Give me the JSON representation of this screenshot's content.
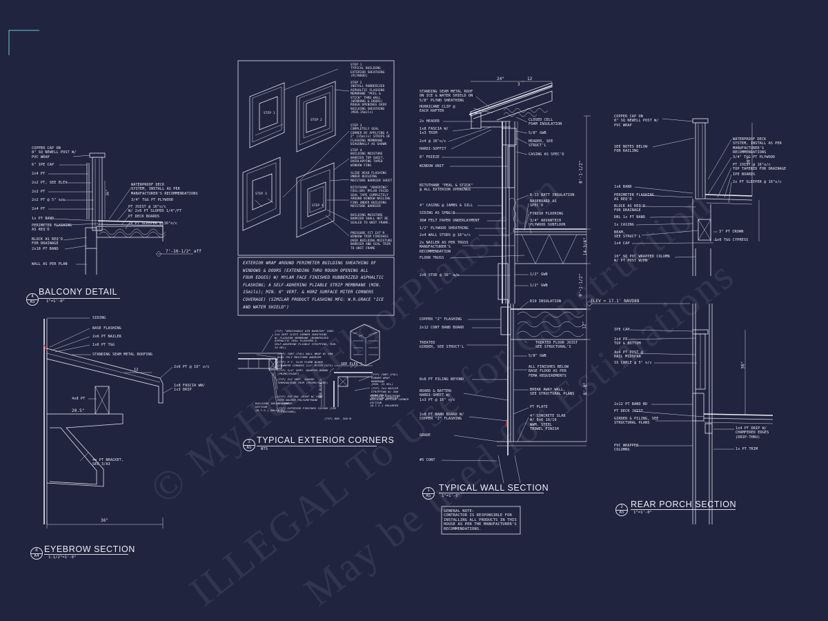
{
  "watermark": {
    "line1": "© MyHomeFloorPlans.com",
    "line2": "ILLEGAL To Use for Construction",
    "line3": "May be used for Estimations"
  },
  "balcony": {
    "number": "4",
    "sheet": "A5",
    "title": "BALCONY DETAIL",
    "scale": "1\"=1'-0\"",
    "notes": [
      "COPPER CAP ON\n8\" SQ NEWELL POST W/\nPVC WRAP",
      "6\" IPE CAP",
      "2x4 PT",
      "2x2 PT, SEE ELEV",
      "2x2 PT",
      "2x2 PT @ 5\" o/c",
      "2x4 PT",
      "1x PT BAND",
      "PERIMETER FLASHING\nAS REQ'D",
      "BLOCK AS REQ'D\nFOR DRAINAGE",
      "2x10 PT BAND",
      "WALL AS PER PLAN"
    ],
    "right_notes": [
      "WATERPROOF DECK\nSYSTEM, INSTALL AS PER\nMANUFACTURER'S RECOMMENDATIONS",
      "3/4\" T&G PT PLYWOOD",
      "PT JOIST @ 16\"o/c\nW/ 2x6 PT SLOPED 1/4\"/FT",
      "PT DECK BOARDS",
      "2x PT SLEEPER @ 16\"o/c"
    ],
    "dim": "36\"",
    "elev": "7'-10-1/2\" aff"
  },
  "eyebrow": {
    "number": "6",
    "sheet": "A4",
    "title": "EYEBROW SECTION",
    "scale": "1-1/2\"=1'-0\"",
    "notes": [
      "SIDING",
      "BASE FLASHING",
      "2x6 PT NAILER",
      "1x6 PT T&G",
      "STANDING SEAM METAL ROOFING"
    ],
    "right_notes": [
      "2x6 PT @ 16\" o/c",
      "1x8 FASCIA WW/\n1x3 DRIP"
    ],
    "left_notes": [
      "4x8 PT"
    ],
    "bracket": "4x PT BRACKET,\nSEE 3/A3",
    "dim1": "12",
    "dim2": "20.5\"",
    "dim3": "36\""
  },
  "steps": {
    "items": [
      "STEP 1\nTYPICAL BUILDING\nEXTERIOR SHEATHING\n(PLYWOOD)",
      "STEP 2\nINSTALL RUBBERIZED\nASPHALTIC FLASHING\nMEMBRANE \"PEEL &\nSTICK\" THRU WALL\n(WINDOWS & DOORS)\nROUGH OPENINGS OVER\nBUILDING SHEATHING\n(MIN.15mils)",
      "STEP 3\nCOMPLETELY SEAL\nCORNER BY APPLYING A\n2\" (15mils) STRIPS OF\nFLASHING MEMBRANE\nDIAGONALLY AS SHOWN",
      "STEP 4\nBUILDING MOISTURE\nBARRIER TOP SHEET,\nOVERLAPPING TAPED\nWINDOW FINS",
      "SLIDE HEAD FLASHING\nUNDER BUILDING\nMOISTURE BARRIER SHEET",
      "BITUTHANE \"ADHERING\"\nFOIL(OR) MYLAR FACED\nSEAL TAPE COMPLETELY\nAROUND WINDOW NAILING\nFINS UNDER BUILDING\nMOISTURE BARRIER",
      "BUILDING MOISTURE\nBARRIER SHALL NOT BE\nSEALED TO UNIT FRAME.",
      "PRESSURE FIT EXT'R\nWINDOW TRIM FINISHES\nOVER BUILDING MOISTURE\nBARRIER AND SEAL TRIM\nTO UNIT FRAME"
    ],
    "labels": [
      "STEP 1",
      "STEP 2",
      "STEP 3",
      "STEP 4"
    ],
    "note": "EXTERIOR WRAP AROUND PERIMETER BUILDING SHEATHING OF\nWINDOWS & DOORS (EXTENDING THRU ROUGH OPENING ALL\nFOUR EDGES) W/ MYLAR FACE FINISHED RUBBERIZED ASPHALTIC\nFLASHING; A SELF-ADHERING PLIABLE STRIP MEMBRANE (MIN.\n15mils); MIN. 6\" VERT. & HORZ SURFACE MITER CORNERS\nCOVERAGE) (SIMILAR PRODUCT FLASHING MFG: W.R.GRACE \"ICE\nAND WATER SHIELD\")"
  },
  "corners": {
    "number": "3",
    "sheet": "A5",
    "title": "TYPICAL EXTERIOR CORNERS",
    "scale": "NTS",
    "notes_left": [
      "(TYP) \"BREATHABLE AIR BARRIER\" CONT.\n2x4 VERT SLOTS CORNER SHEATHING\nW/ FLASHING MEMBRANE (RUBBERIZED\nASPHALTIC SEAL FLASHING &\nSELF-ADHERING PLIABLE STRIPPING, MIN.\n25 MIL)",
      "(TYP) CONT./FULL WALL WRAP W/ 30#\nBLDG FELT MOISTURE BARRIER",
      "(TYP) P.T. 2x10 PLUMB BLOCK\n(CHAMFER CORNERS 3/4\" MITER CUTS)",
      "(TYP) 5/4\" VERT. QUARTER ROUND\n(PRIME/PAINT)",
      "(TYP) 2x2 VERT. SQUARE\nTERMINATION TRIM (PRIME/PAINT)",
      "(TYP) EXT'NAL JOINT W/ VERT\nEXTR BACKER POLYURETHANE\nSEALANT",
      "(TYP) EXTERIOR FINISHED SIDING (SEE\nELEVATIONS)"
    ],
    "bottom_left": "BUILDING INSIDE CORNER\nSECTION\n(N.T.S.) ENLARGED",
    "notes_right": [
      "(TYP) CONT./FULL\nCORNER WRAP\nMEMBRANE\n(MIN. 25 MIL)",
      "(TYP) 2x4 NAILER\nSTRIPPING W/ 30#\nBLDG FELT\nMOISTURE BARRIER"
    ],
    "bottom_right": "EXTERIOR SHEATHING\nBUILDING OUTSIDE CORNER\nSECTION\n(N.T.S.) ENLARGED",
    "see": "SEE ELEV'S",
    "elev_side": "SEE ELEV'S",
    "bottom": "(TYP) BRK. SHA'N"
  },
  "wall": {
    "number": "1",
    "sheet": "A5",
    "title": "TYPICAL WALL SECTION",
    "scale": "1\"=1'-0\"",
    "left_notes": [
      "STANDING SEAM METAL ROOF\nON ICE & WATER SHIELD ON\n5/8\" PLYWD SHEATHING",
      "HURRICANE CLIP @\nEACH RAFTER",
      "2x HEADER",
      "1x8 FASCIA W/\n1x3 TRIM",
      "2x4 @ 16\"o/c",
      "HARDI-SOFFIT",
      "8\" FRIEZE",
      "WINDOW UNIT",
      "BITUTHANE \"PEAL & STICK\"\n@ ALL EXTERIOR OPENINGS",
      "4\" CASING @ JAMBS & SILL",
      "SIDING AS SPEC'D",
      "30# FELT PAPER UNDERLAYMENT",
      "1/2\" PLYWOOD SHEATHING",
      "2x4 WALL STUDS @ 16\"o/c",
      "2x NAILER AS PER TRUSS\nMANUFACTURER'S\nRECOMMENDATION",
      "FLOOR TRUSS",
      "2x6 STUD @ 16\" o/c",
      "COPPER \"Z\" FLASHING",
      "2x12 CONT BAND BOARD",
      "TREATED\nGIRDER, SEE STRUCT'L",
      "8x8 PT PILING BEYOND",
      "BOARD & BATTEN:\nHARDI-SHEET W/\n1x3 PT @ 16\" o/c",
      "2x8 PT BAND BOARD W/\nCOPPER \"Z\" FLASHING",
      "GRADE",
      "#5 CONT"
    ],
    "right_notes": [
      "CLOSED CELL\nFOAM INSULATION",
      "5/8\" GWB",
      "HEADER, SEE\nSTRUCT'L",
      "CASING AS SPEC'D",
      "R-13 BATT INSULATION",
      "BASEBOARD AS\nSPEC'D",
      "FINISH FLOORING",
      "3/4\" ADVANTECH\nPLYWOOD SUBFLOOR",
      "1/2\" GWB",
      "1/2\" GWB",
      "R19 INSULATION",
      "TREATED FLOOR JOIST\nSEE STRUCTURAL'S",
      "5/8\" GWB",
      "ALL FINISHES BELOW\nBASE FLOOD AS PER\nFEMA REQUIREMENTS",
      "BREAK AWAY WALL,\nSEE STRUCTURAL PLANS",
      "PT PLATE",
      "4\" CONCRETE SLAB\nW/ 6x6 10/10\nWWM, STEEL\nTROWEL FINISH"
    ],
    "elev": "ELEV = 17.1' NAVD88",
    "dims": [
      "24\"",
      "12",
      "3",
      "8'-1-1/2\"",
      "14-3/4\"",
      "9'-1-1/2\"",
      "12\"",
      "8'-8\""
    ],
    "general_note": "GENERAL NOTE:\nCONTRACTOR IS RESPONSIBLE FOR\nINSTALLING ALL PRODUCTS IN THIS\nHOUSE AS PER THE MANUFACTURER'S\nRECOMMENDATIONS."
  },
  "porch": {
    "number": "2",
    "sheet": "A5",
    "title": "REAR PORCH SECTION",
    "scale": "1\"=1'-0\"",
    "top_left": [
      "COPPER CAP ON\n8\" SQ NEWELL POST W/\nPVC WRAP",
      "SEE NOTES BELOW\nFOR RAILING",
      "1x6 BAND",
      "PERIMETER FLASHING\nAS REQ'D",
      "BLOCK AS REQ'D\nFOR DRAINAGE",
      "DBL 1x PT BAND",
      "1x CASING",
      "BEAM,\nSEE STRUCT'L",
      "1x4 CAP",
      "10\" SQ PVC WRAPPED COLUMN\nW/ PT POST W/PN"
    ],
    "top_right": [
      "WATERPROOF DECK\nSYSTEM, INSTALL AS PER\nMANUFACTURER'S\nRECOMMENDATIONS",
      "3/4\" T&G PT PLYWOOD",
      "PT JOIST @ 16\"o/c\nTOP TAPERED FOR DRAINAGE",
      "IPE BOARDS",
      "2x PT SLEEPER @ 16\"o/c",
      "3\" PT CROWN",
      "1x6 T&G CYPRESS"
    ],
    "bottom_left": [
      "IPE CAP",
      "2x4 PT\nTOP & BOTTOM",
      "4x4 PT POST @\nRAIL MIDSPAN",
      "SS CABLE @ 5\" o/c",
      "2x12 PT BAND BD",
      "PT DECK JOIST",
      "GIRDER & PILING, SEE\nSTRUCTURAL PLANS",
      "PVC WRAPPED\nCOLUMNS"
    ],
    "bottom_right": [
      "1x4 PT DRIP W/\nCHAMFERED EDGES\n(DRIP-THRU)",
      "1x PT TRIM"
    ],
    "dim1": "36\"",
    "dim2": "36\""
  }
}
